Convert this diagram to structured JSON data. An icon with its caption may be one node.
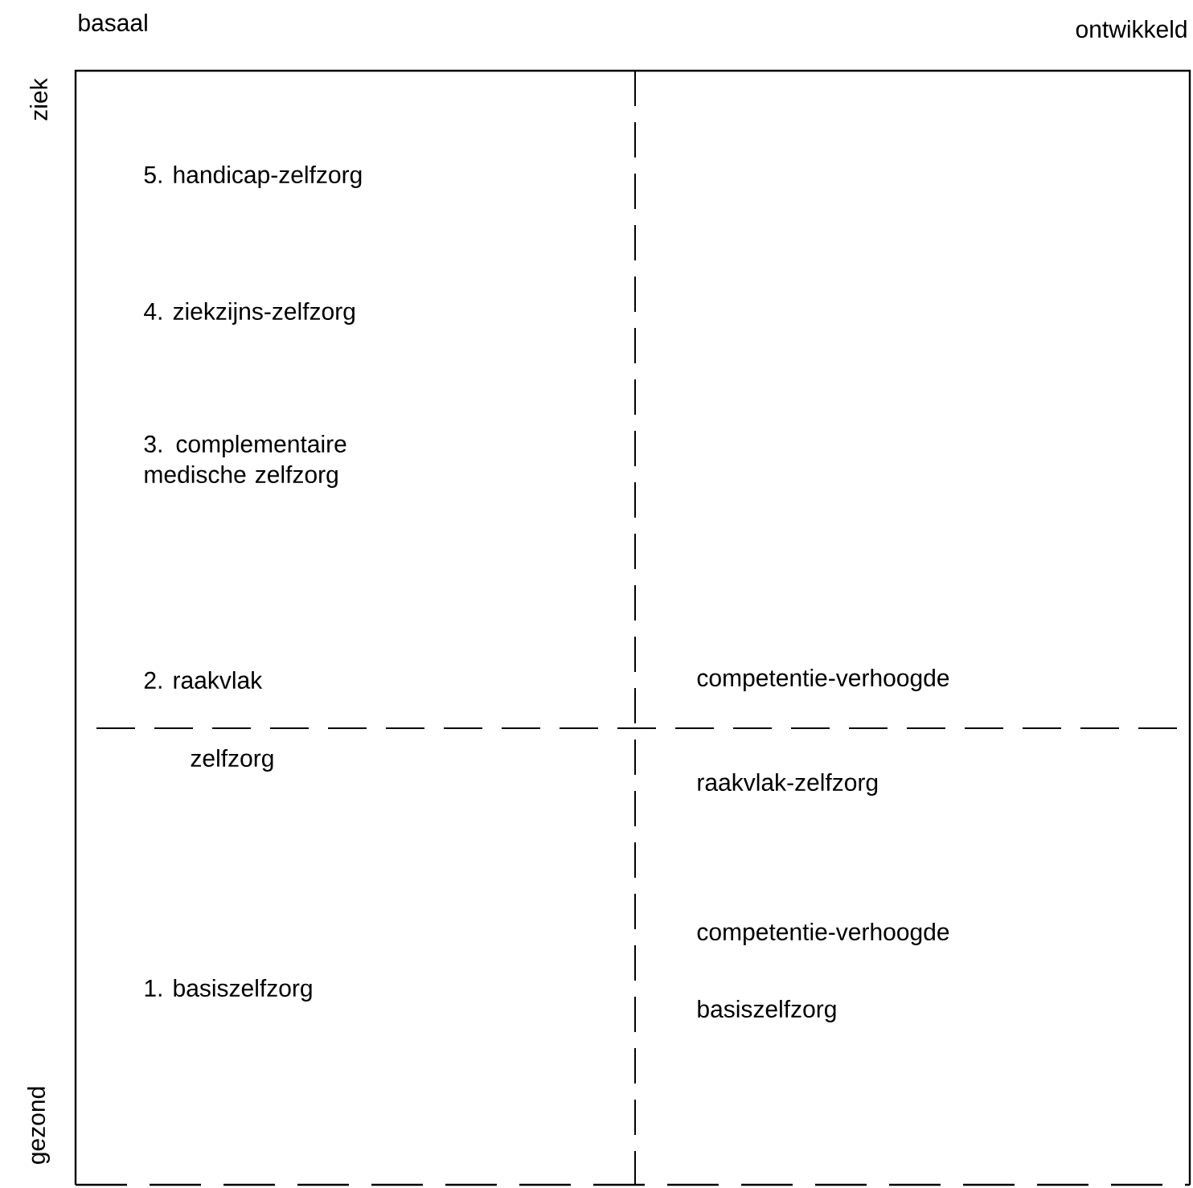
{
  "diagram": {
    "labels": [
      "basaal",
      "ontwikkeld",
      "ziek",
      "5. handicap-zelfzorg",
      "4. ziekzijns-zelfzorg",
      "3. complementaire medische zelfzorg",
      "2. raakvlak",
      "competentie-verhoogde",
      "zelfzorg",
      "raakvlak-zelfzorg",
      "competentie-verhoogde",
      "1. basiszelfzorg",
      "basiszelfzorg",
      "gezond"
    ]
  }
}
